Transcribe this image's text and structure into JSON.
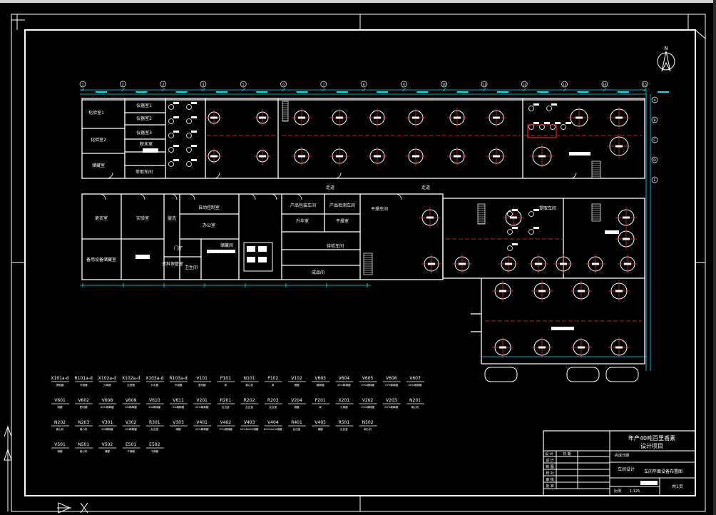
{
  "colors": {
    "background": "#000000",
    "wall": "#ffffff",
    "dimension": "#00e5ff",
    "centerline": "#ff2b2b"
  },
  "icons": {
    "north_arrow": "north-arrow-icon",
    "ucs": "ucs-axis-icon"
  },
  "title_block": {
    "title": "年产40吨百里香素",
    "subtitle": "设计项目",
    "header_cells": [
      "设 计",
      "日 期"
    ],
    "date_label": "完成日期",
    "role_rows": [
      "设 计",
      "制 图",
      "校 对",
      "审 核",
      "批 准"
    ],
    "dept": "车间设计",
    "drawing_name": "车间平面设备布置图",
    "scale_label": "比例",
    "scale": "1:125",
    "sheet": "共1页"
  },
  "rooms": {
    "upper": [
      {
        "name": "化验室1"
      },
      {
        "name": "化验室2"
      },
      {
        "name": "储藏室"
      },
      {
        "name": "仪器室1"
      },
      {
        "name": "仪器室2"
      },
      {
        "name": "仪器室3"
      },
      {
        "name": "粉末室"
      },
      {
        "name": "萃取车间"
      }
    ],
    "lower": [
      {
        "name": "更衣室"
      },
      {
        "name": "实验室"
      },
      {
        "name": "盥洗"
      },
      {
        "name": "自动控制室"
      },
      {
        "name": "办公室"
      },
      {
        "name": "储藏间"
      },
      {
        "name": "资料保管室"
      },
      {
        "name": "卫生间"
      },
      {
        "name": "门厅"
      },
      {
        "name": "产品包装车间"
      },
      {
        "name": "产品检测车间"
      },
      {
        "name": "升华室"
      },
      {
        "name": "干燥室"
      },
      {
        "name": "待检车间"
      },
      {
        "name": "成品间"
      },
      {
        "name": "备用设备储藏室"
      },
      {
        "name": "干燥车间"
      },
      {
        "name": "提取车间"
      }
    ]
  },
  "corridor_label": "走道",
  "legend": {
    "rows": [
      [
        {
          "code": "X101a-d",
          "desc": "提取罐"
        },
        {
          "code": "R101a-d",
          "desc": "冷凝器"
        },
        {
          "code": "X102a-d",
          "desc": "分离器"
        },
        {
          "code": "X102a-d",
          "desc": "过滤器"
        },
        {
          "code": "X103a-d",
          "desc": "分水器"
        },
        {
          "code": "R103a-d",
          "desc": "冷凝器"
        },
        {
          "code": "V101",
          "desc": "溶剂罐"
        },
        {
          "code": "P101",
          "desc": "泵"
        },
        {
          "code": "N101",
          "desc": "离心机"
        },
        {
          "code": "P102",
          "desc": "泵"
        },
        {
          "code": "V102",
          "desc": "储罐"
        },
        {
          "code": "V603",
          "desc": "稀释罐"
        },
        {
          "code": "V604",
          "desc": "45%稀释罐"
        },
        {
          "code": "V605",
          "desc": "50%稀释罐"
        },
        {
          "code": "V606",
          "desc": "70%稀释罐"
        },
        {
          "code": "V607",
          "desc": "80%稀释罐"
        }
      ],
      [
        {
          "code": "V601",
          "desc": "储罐"
        },
        {
          "code": "V602",
          "desc": "配料罐"
        },
        {
          "code": "V608",
          "desc": "80%稀释罐"
        },
        {
          "code": "V609",
          "desc": "4%稀释罐"
        },
        {
          "code": "V610",
          "desc": "8%稀释罐"
        },
        {
          "code": "V611",
          "desc": "4%稀释罐"
        },
        {
          "code": "V201",
          "desc": "45%稀释罐"
        },
        {
          "code": "R201",
          "desc": "反应釜"
        },
        {
          "code": "R202",
          "desc": "反应釜"
        },
        {
          "code": "R203",
          "desc": "反应釜"
        },
        {
          "code": "V204",
          "desc": "储罐"
        },
        {
          "code": "P201",
          "desc": "泵"
        },
        {
          "code": "X201",
          "desc": "分离器"
        },
        {
          "code": "V202",
          "desc": "20%稀释罐"
        },
        {
          "code": "V203",
          "desc": "65%稀释罐"
        },
        {
          "code": "N201",
          "desc": "离心机"
        }
      ],
      [
        {
          "code": "N202",
          "desc": "离心机"
        },
        {
          "code": "N203",
          "desc": "离心机"
        },
        {
          "code": "V301",
          "desc": "4%稀释罐"
        },
        {
          "code": "V302",
          "desc": "4%稀释罐"
        },
        {
          "code": "R301",
          "desc": "反应釜"
        },
        {
          "code": "V303",
          "desc": "储罐"
        },
        {
          "code": "V401",
          "desc": "50%稀释罐"
        },
        {
          "code": "V402",
          "desc": "70%稀释罐"
        },
        {
          "code": "V403",
          "desc": "50%NaOH储罐"
        },
        {
          "code": "V404",
          "desc": "80%NaOH储罐"
        },
        {
          "code": "R401",
          "desc": "反应釜"
        },
        {
          "code": "V405",
          "desc": "储罐"
        },
        {
          "code": "R501",
          "desc": "反应釜"
        },
        {
          "code": "N502",
          "desc": "离心机"
        }
      ],
      [
        {
          "code": "V501",
          "desc": "储罐"
        },
        {
          "code": "N501",
          "desc": "离心机"
        },
        {
          "code": "V502",
          "desc": "储罐"
        },
        {
          "code": "E501",
          "desc": "干燥器"
        },
        {
          "code": "E502",
          "desc": "干燥器"
        }
      ]
    ]
  },
  "grid_labels": {
    "top": [
      "1",
      "2",
      "3",
      "4",
      "5",
      "6",
      "7",
      "8",
      "9",
      "10",
      "11",
      "12",
      "13",
      "14",
      "15"
    ],
    "right": [
      "A",
      "B",
      "C",
      "D",
      "E"
    ]
  }
}
